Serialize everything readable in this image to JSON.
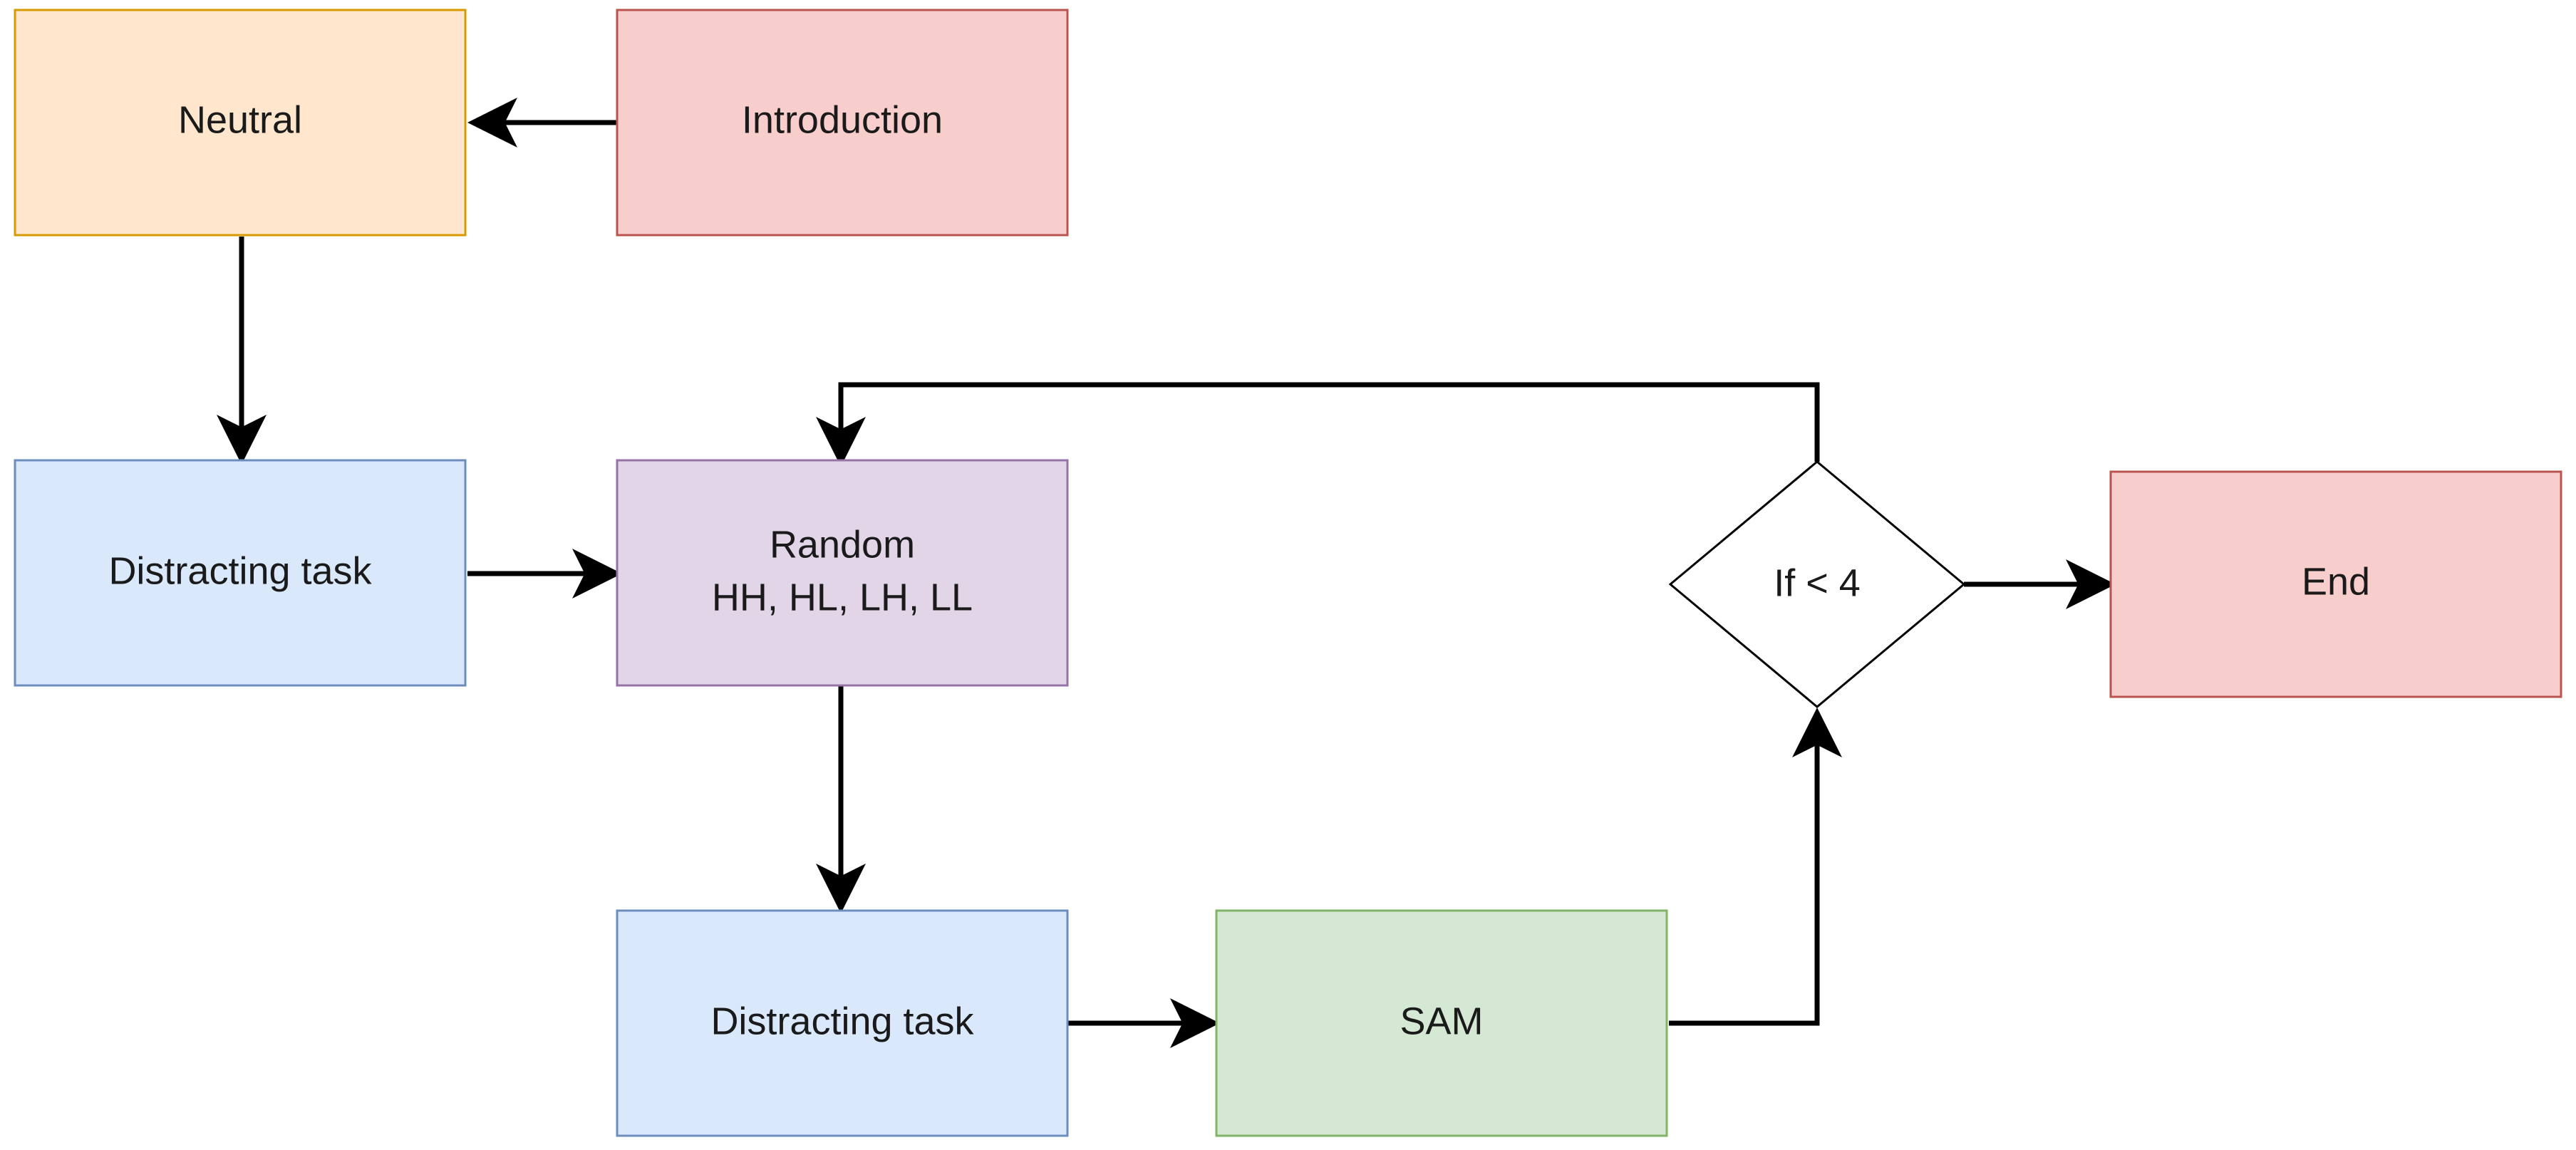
{
  "nodes": [
    {
      "id": "introduction",
      "label": "Introduction",
      "shape": "rect",
      "fill": "#f8cecc",
      "stroke": "#b85450"
    },
    {
      "id": "neutral",
      "label": "Neutral",
      "shape": "rect",
      "fill": "#ffe6cc",
      "stroke": "#d79b00"
    },
    {
      "id": "distracting-task-1",
      "label": "Distracting task",
      "shape": "rect",
      "fill": "#dae8fc",
      "stroke": "#6c8ebf"
    },
    {
      "id": "random",
      "label": "Random",
      "sublabel": "HH, HL, LH, LL",
      "shape": "rect",
      "fill": "#e1d5e7",
      "stroke": "#9673a6"
    },
    {
      "id": "distracting-task-2",
      "label": "Distracting task",
      "shape": "rect",
      "fill": "#dae8fc",
      "stroke": "#6c8ebf"
    },
    {
      "id": "sam",
      "label": "SAM",
      "shape": "rect",
      "fill": "#d5e8d4",
      "stroke": "#82b366"
    },
    {
      "id": "decision",
      "label": "If < 4",
      "shape": "diamond",
      "fill": "#ffffff",
      "stroke": "#000000"
    },
    {
      "id": "end",
      "label": "End",
      "shape": "rect",
      "fill": "#f8cecc",
      "stroke": "#b85450"
    }
  ],
  "edges": [
    {
      "from": "introduction",
      "to": "neutral"
    },
    {
      "from": "neutral",
      "to": "distracting-task-1"
    },
    {
      "from": "distracting-task-1",
      "to": "random"
    },
    {
      "from": "random",
      "to": "distracting-task-2"
    },
    {
      "from": "distracting-task-2",
      "to": "sam"
    },
    {
      "from": "sam",
      "to": "decision"
    },
    {
      "from": "decision",
      "to": "random"
    },
    {
      "from": "decision",
      "to": "end"
    }
  ]
}
